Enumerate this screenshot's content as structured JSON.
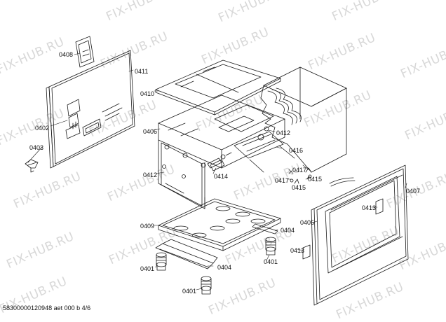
{
  "watermark": "FIX-HUB.RU",
  "callouts": {
    "c0408": "0408",
    "c0411": "0411",
    "c0410": "0410",
    "c0406": "0406",
    "c0402": "0402",
    "c0403": "0403",
    "c0412a": "0412",
    "c0412b": "0412",
    "c0416": "0416",
    "c0414": "0414",
    "c0417a": "0417",
    "c0417b": "0417",
    "c0415a": "0415",
    "c0415b": "0415",
    "c0407": "0407",
    "c0413a": "0413",
    "c0413b": "0413",
    "c0405": "0405",
    "c0409": "0409",
    "c0404a": "0404",
    "c0404b": "0404",
    "c0401a": "0401",
    "c0401b": "0401",
    "c0401c": "0401"
  },
  "footer": "58300000120948 aet 000 b 4/6",
  "colors": {
    "line": "#1a1a1a",
    "watermark": "#d8d8d8",
    "background": "#ffffff"
  }
}
